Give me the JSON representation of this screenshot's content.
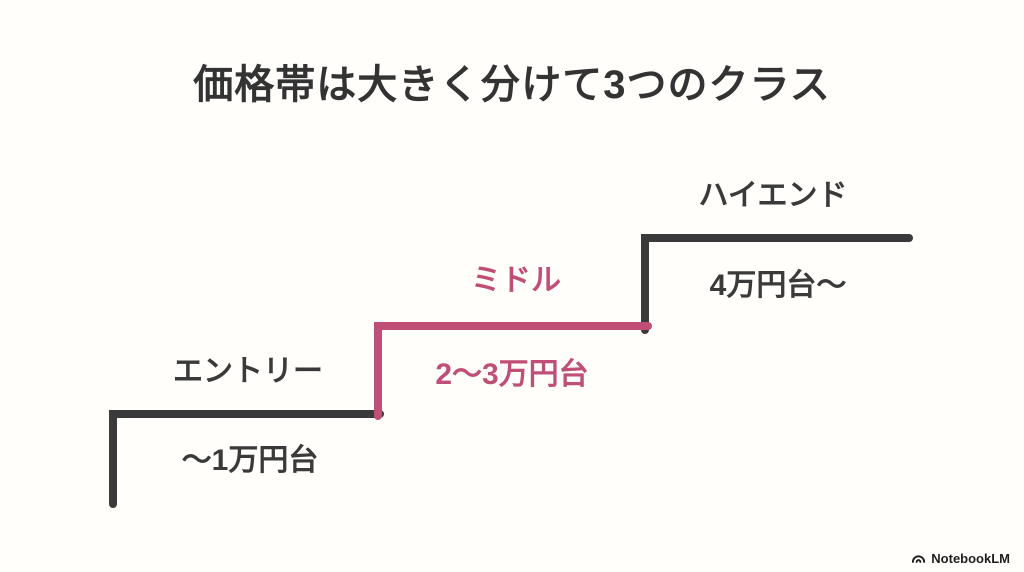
{
  "title": "価格帯は大きく分けて3つのクラス",
  "diagram": {
    "type": "staircase",
    "steps": [
      {
        "id": "entry",
        "label": "エントリー",
        "price_range": "～1万円台",
        "emphasis": false
      },
      {
        "id": "middle",
        "label": "ミドル",
        "price_range": "2〜3万円台",
        "emphasis": true
      },
      {
        "id": "highend",
        "label": "ハイエンド",
        "price_range": "4万円台〜",
        "emphasis": false
      }
    ]
  },
  "footer": {
    "brand": "NotebookLM"
  },
  "colors": {
    "line_dark": "#3a3a3a",
    "accent_pink": "#c04f78",
    "background": "#fffefb",
    "title_text": "#333333",
    "footer_text": "#1f1f1f"
  }
}
